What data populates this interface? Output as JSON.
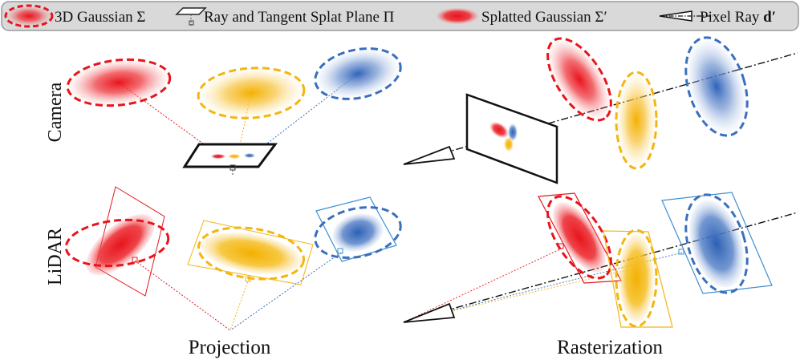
{
  "legend": {
    "gaussian_3d": "3D Gaussian Σ",
    "tangent_plane": "Ray and Tangent Splat Plane Π",
    "splatted_gaussian": "Splatted Gaussian Σ′",
    "pixel_ray_prefix": "Pixel Ray ",
    "pixel_ray_symbol": "d′"
  },
  "rows": {
    "camera": "Camera",
    "lidar": "LiDAR"
  },
  "columns": {
    "projection": "Projection",
    "rasterization": "Rasterization"
  },
  "colors": {
    "red": "#e8141c",
    "yellow": "#f3b510",
    "blue": "#3a6fbf",
    "lidar_plane_blue": "#3f8fd0",
    "legend_bg": "#d9d9d9",
    "legend_border": "#9a9a9a"
  }
}
